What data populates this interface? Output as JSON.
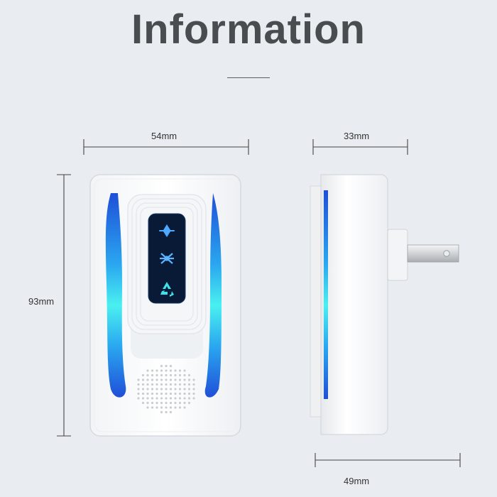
{
  "title": "Information",
  "dimensions": {
    "front_width": "54mm",
    "front_height": "93mm",
    "side_depth": "33mm",
    "side_total_depth": "49mm"
  },
  "colors": {
    "background": "#e9edf1",
    "device_body": "#ffffff",
    "led_blue": "#1f5fe0",
    "led_cyan": "#3ee6ee",
    "panel_dark": "#071b3a"
  },
  "icons": {
    "panel_top": "fan-icon",
    "panel_middle": "mosquito-icon",
    "panel_bottom": "recycle-icon"
  }
}
